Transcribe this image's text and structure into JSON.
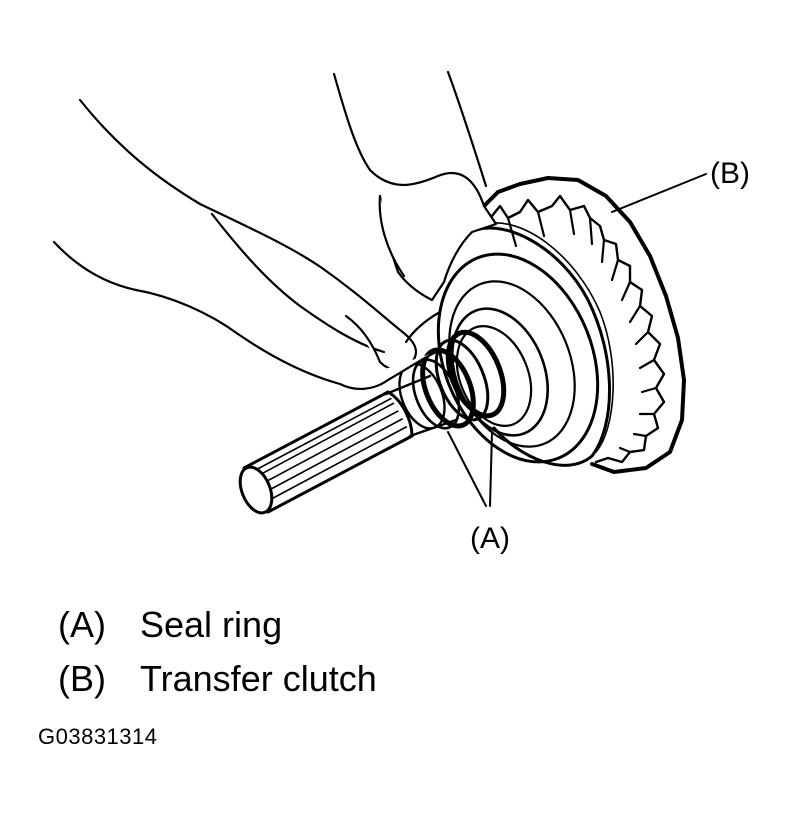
{
  "callouts": {
    "a": "(A)",
    "b": "(B)"
  },
  "legend": [
    {
      "key": "(A)",
      "label": "Seal ring"
    },
    {
      "key": "(B)",
      "label": "Transfer clutch"
    }
  ],
  "figure_id": "G03831314"
}
